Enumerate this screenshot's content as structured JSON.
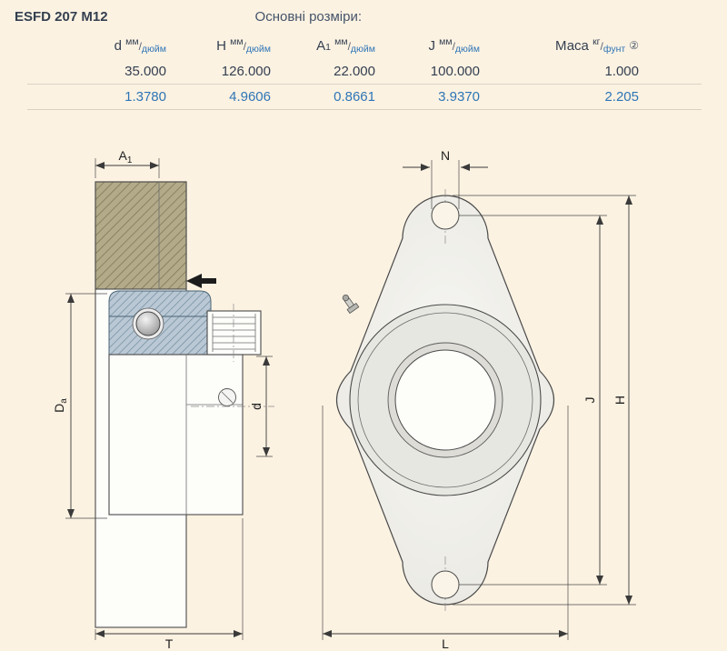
{
  "colors": {
    "background": "#fcf2e2",
    "rule": "#d9d2c4",
    "mm_text": "#333f50",
    "inch_text": "#2e75b6",
    "title_text": "#44546a",
    "line": "#4a4a4a",
    "hatch_tan": "#b2aa89",
    "hatch_blue": "#b9c8d4"
  },
  "header": {
    "product_code": "ESFD 207 M12",
    "table_title": "Основні розміри:"
  },
  "table": {
    "unit_separator": "/",
    "columns": [
      {
        "symbol": "d",
        "sub": "",
        "unit_top": "мм",
        "unit_bottom": "дюйм"
      },
      {
        "symbol": "H",
        "sub": "",
        "unit_top": "мм",
        "unit_bottom": "дюйм"
      },
      {
        "symbol": "A",
        "sub": "1",
        "unit_top": "мм",
        "unit_bottom": "дюйм"
      },
      {
        "symbol": "J",
        "sub": "",
        "unit_top": "мм",
        "unit_bottom": "дюйм"
      },
      {
        "symbol": "Маса",
        "sub": "",
        "unit_top": "кг",
        "unit_bottom": "фунт",
        "note": "②"
      }
    ],
    "mm_row": [
      "35.000",
      "126.000",
      "22.000",
      "100.000",
      "1.000"
    ],
    "inch_row": [
      "1.3780",
      "4.9606",
      "0.8661",
      "3.9370",
      "2.205"
    ]
  },
  "drawing": {
    "labels": {
      "a1_main": "A",
      "a1_sub": "1",
      "da_main": "D",
      "da_sub": "a",
      "d": "d",
      "t": "T",
      "n": "N",
      "j": "J",
      "h": "H",
      "l": "L"
    }
  }
}
